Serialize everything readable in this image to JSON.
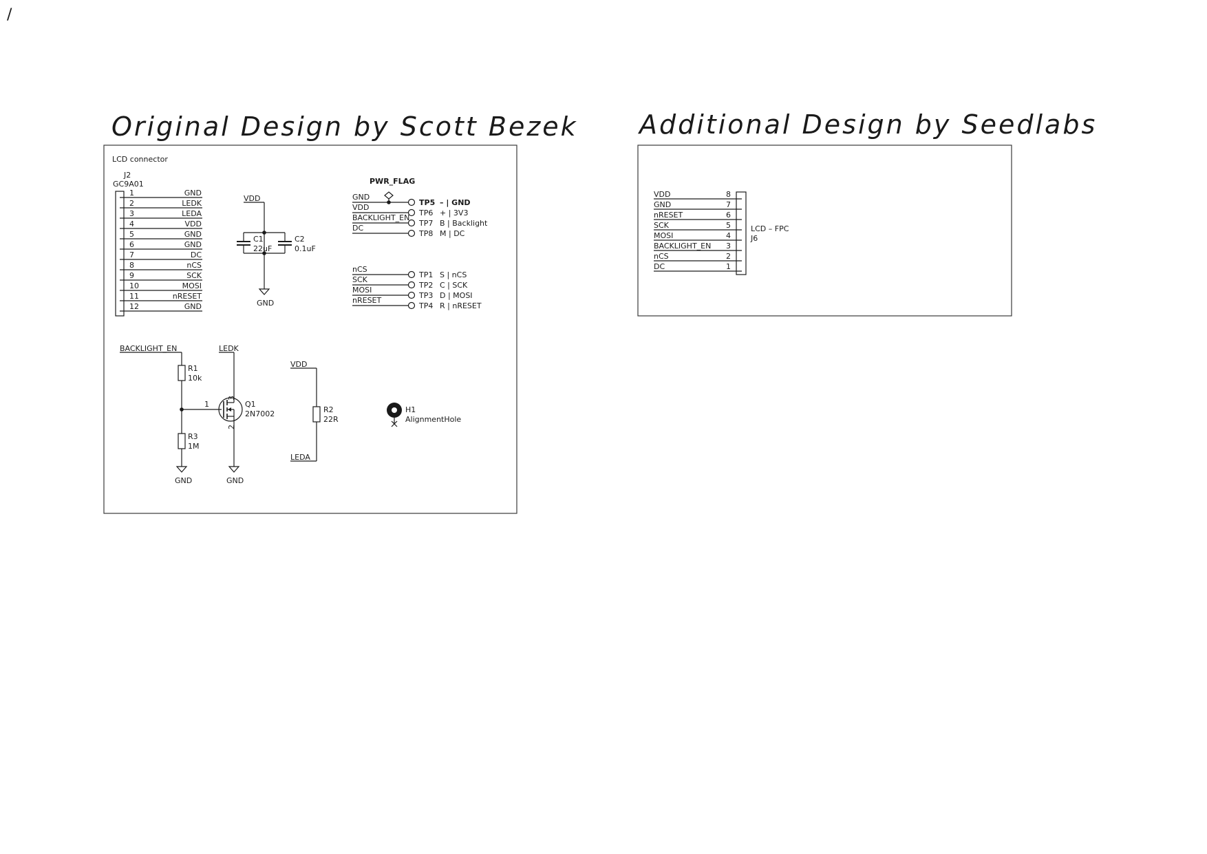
{
  "corner_mark": "/",
  "left_block": {
    "title": "Original Design by Scott Bezek",
    "connector": {
      "section_label": "LCD connector",
      "ref": "J2",
      "value": "GC9A01",
      "pins": [
        {
          "num": "1",
          "name": "GND"
        },
        {
          "num": "2",
          "name": "LEDK"
        },
        {
          "num": "3",
          "name": "LEDA"
        },
        {
          "num": "4",
          "name": "VDD"
        },
        {
          "num": "5",
          "name": "GND"
        },
        {
          "num": "6",
          "name": "GND"
        },
        {
          "num": "7",
          "name": "DC"
        },
        {
          "num": "8",
          "name": "nCS"
        },
        {
          "num": "9",
          "name": "SCK"
        },
        {
          "num": "10",
          "name": "MOSI"
        },
        {
          "num": "11",
          "name": "nRESET"
        },
        {
          "num": "12",
          "name": "GND"
        }
      ]
    },
    "caps": {
      "vdd_label": "VDD",
      "gnd_label": "GND",
      "c1_ref": "C1",
      "c1_value": "22uF",
      "c2_ref": "C2",
      "c2_value": "0.1uF"
    },
    "power_flag": "PWR_FLAG",
    "testpoints_top": [
      {
        "net": "GND",
        "tp": "TP5",
        "label": "– | GND"
      },
      {
        "net": "VDD",
        "tp": "TP6",
        "label": "+ | 3V3"
      },
      {
        "net": "BACKLIGHT_EN",
        "tp": "TP7",
        "label": "B | Backlight"
      },
      {
        "net": "DC",
        "tp": "TP8",
        "label": "M | DC"
      }
    ],
    "testpoints_bottom": [
      {
        "net": "nCS",
        "tp": "TP1",
        "label": "S | nCS"
      },
      {
        "net": "SCK",
        "tp": "TP2",
        "label": "C | SCK"
      },
      {
        "net": "MOSI",
        "tp": "TP3",
        "label": "D | MOSI"
      },
      {
        "net": "nRESET",
        "tp": "TP4",
        "label": "R | nRESET"
      }
    ],
    "backlight": {
      "en_label": "BACKLIGHT_EN",
      "ledk_label": "LEDK",
      "r1_ref": "R1",
      "r1_value": "10k",
      "r3_ref": "R3",
      "r3_value": "1M",
      "q1_ref": "Q1",
      "q1_value": "2N7002",
      "gate_pin": "1",
      "drain_pin": "3",
      "source_pin": "2",
      "gnd_left": "GND",
      "gnd_right": "GND"
    },
    "led_resistor": {
      "vdd_label": "VDD",
      "r2_ref": "R2",
      "r2_value": "22R",
      "leda_label": "LEDA"
    },
    "hole": {
      "ref": "H1",
      "value": "AlignmentHole"
    }
  },
  "right_block": {
    "title": "Additional Design by Seedlabs",
    "connector": {
      "label": "LCD – FPC",
      "ref": "J6",
      "pins": [
        {
          "num": "8",
          "name": "VDD"
        },
        {
          "num": "7",
          "name": "GND"
        },
        {
          "num": "6",
          "name": "nRESET"
        },
        {
          "num": "5",
          "name": "SCK"
        },
        {
          "num": "4",
          "name": "MOSI"
        },
        {
          "num": "3",
          "name": "BACKLIGHT_EN"
        },
        {
          "num": "2",
          "name": "nCS"
        },
        {
          "num": "1",
          "name": "DC"
        }
      ]
    }
  }
}
